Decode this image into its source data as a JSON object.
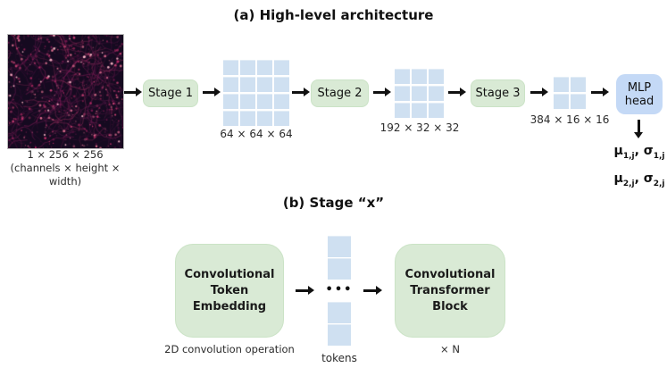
{
  "colors": {
    "stage_green": "#d9ead5",
    "stage_green_border": "#cbe3c6",
    "grid_blue": "#cfe0f1",
    "mlp_blue": "#c4d9f6",
    "arrow_black": "#111111"
  },
  "section_a": {
    "title": "(a) High-level architecture",
    "input_caption": "1 × 256 × 256\n(channels × height ×\nwidth)",
    "stages": [
      {
        "label": "Stage 1"
      },
      {
        "label": "Stage 2"
      },
      {
        "label": "Stage 3"
      }
    ],
    "grids": [
      {
        "cells": 4,
        "label": "64 × 64 × 64"
      },
      {
        "cells": 3,
        "label": "192 × 32 × 32"
      },
      {
        "cells": 2,
        "label": "384 × 16 × 16"
      }
    ],
    "mlp_head_label": "MLP\nhead",
    "outputs": [
      {
        "mu": "μ",
        "mu_sub": "1,j",
        "comma": ", ",
        "sigma": "σ",
        "sigma_sub": "1,j"
      },
      {
        "mu": "μ",
        "mu_sub": "2,j",
        "comma": ", ",
        "sigma": "σ",
        "sigma_sub": "2,j"
      }
    ]
  },
  "section_b": {
    "title": "(b) Stage “x”",
    "embedding_block_label": "Convolutional\nToken\nEmbedding",
    "embedding_caption": "2D convolution operation",
    "dots": "•••",
    "tokens_label": "tokens",
    "transformer_block_label": "Convolutional\nTransformer\nBlock",
    "repeat_label": "× N"
  }
}
